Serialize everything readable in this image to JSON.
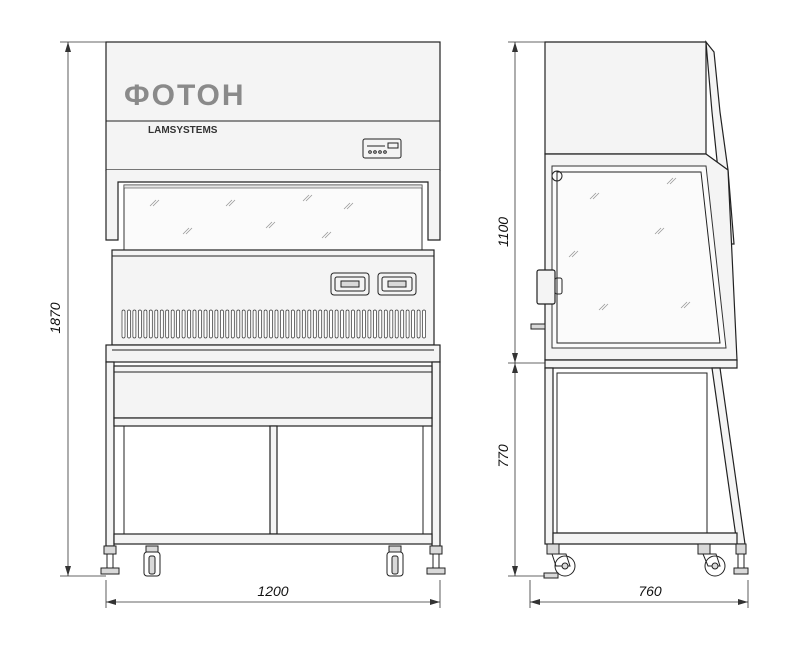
{
  "brand": {
    "logo_text": "ФОТОН",
    "manufacturer": "LAMSYSTEMS"
  },
  "dimensions": {
    "total_height": "1870",
    "cabinet_height": "1100",
    "stand_height": "770",
    "width": "1200",
    "depth": "760"
  }
}
